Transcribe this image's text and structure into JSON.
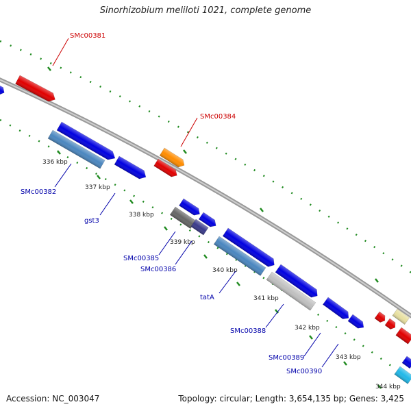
{
  "title": "Sinorhizobium meliloti 1021, complete genome",
  "footer": {
    "accession": "Accession: NC_003047",
    "summary": "Topology: circular; Length: 3,654,135 bp; Genes: 3,425"
  },
  "colors": {
    "backbone": "#8a8a8a",
    "tick": "#1f8a1f",
    "label_top": "#cc0000",
    "label_bottom": "#0000aa",
    "kbp_text": "#222222"
  },
  "kbp_labels": [
    "336 kbp",
    "337 kbp",
    "338 kbp",
    "339 kbp",
    "340 kbp",
    "341 kbp",
    "342 kbp",
    "343 kbp",
    "344 kbp"
  ],
  "gene_labels_top": [
    "SMc00381",
    "SMc00384"
  ],
  "gene_labels_bottom": [
    "SMc00382",
    "gst3",
    "SMc00385",
    "SMc00386",
    "tatA",
    "SMc00388",
    "SMc00389",
    "SMc00390"
  ],
  "genes": [
    {
      "color": "#0000e0"
    },
    {
      "color": "#e00000"
    },
    {
      "color": "#0000e0"
    },
    {
      "color": "#4a86bf"
    },
    {
      "color": "#0000e0"
    },
    {
      "color": "#ff8c00"
    },
    {
      "color": "#e00000"
    },
    {
      "color": "#0000e0"
    },
    {
      "color": "#666666"
    },
    {
      "color": "#0000e0"
    },
    {
      "color": "#3a3a8a"
    },
    {
      "color": "#0000e0"
    },
    {
      "color": "#4a86bf"
    },
    {
      "color": "#0000e0"
    },
    {
      "color": "#c0c0c0"
    },
    {
      "color": "#0000e0"
    },
    {
      "color": "#0000e0"
    },
    {
      "color": "#e00000"
    },
    {
      "color": "#e00000"
    },
    {
      "color": "#e8e0a0"
    },
    {
      "color": "#e00000"
    },
    {
      "color": "#0000e0"
    },
    {
      "color": "#20b8e8"
    }
  ]
}
